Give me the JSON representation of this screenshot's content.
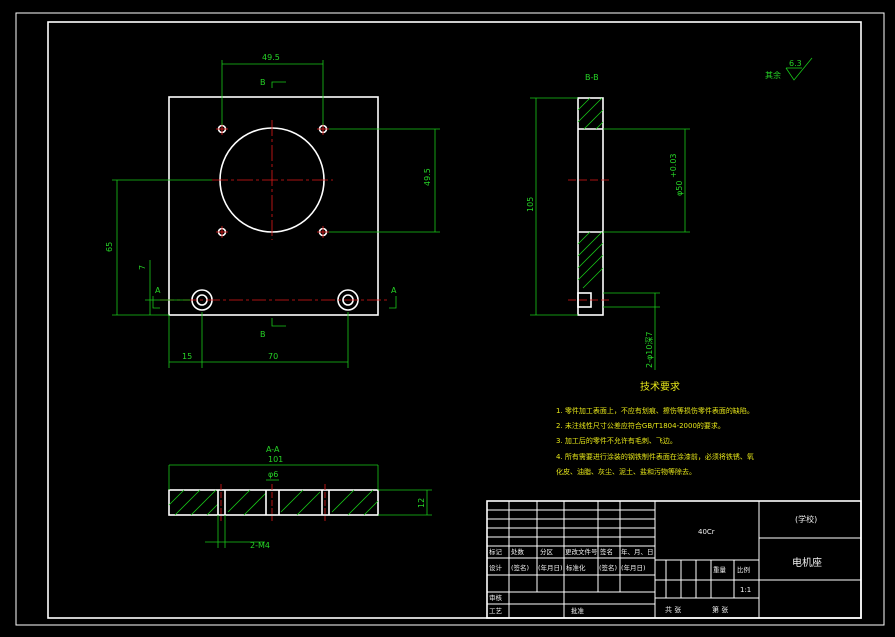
{
  "drawing": {
    "top_view": {
      "dim_top": "49.5",
      "dim_right": "49.5",
      "dim_left_height": "65",
      "dim_left_small": "7",
      "dim_bottom_left": "15",
      "dim_bottom_right": "70",
      "section_B_top": "B",
      "section_B_bottom": "B",
      "section_A_left": "A",
      "section_A_right": "A"
    },
    "side_view": {
      "title": "B-B",
      "dim_height": "105",
      "dim_bore": "φ50",
      "dim_bore_tol": "+0.03",
      "dim_holes": "2-φ10深7"
    },
    "section_view": {
      "title": "A-A",
      "dim_length": "101",
      "dim_hole": "φ6",
      "dim_thickness": "12",
      "dim_thread": "2-M4"
    },
    "roughness": {
      "label": "其余",
      "value": "6.3"
    }
  },
  "tech_requirements": {
    "title": "技术要求",
    "items": [
      "1. 零件加工表面上，不应有划痕、擦伤等损伤零件表面的缺陷。",
      "2. 未注线性尺寸公差应符合GB/T1804-2000的要求。",
      "3. 加工后的零件不允许有毛刺、飞边。",
      "4. 所有需要进行涂装的钢铁制件表面在涂漆前，必须将铁锈、氧",
      "化皮、油脂、灰尘、泥土、盐和污物等除去。"
    ]
  },
  "title_block": {
    "material": "40Cr",
    "school": "(学校)",
    "part_name": "电机座",
    "row_labels": [
      "标记",
      "处数",
      "分区",
      "更改文件号",
      "签名",
      "年、月、日"
    ],
    "design": "设计",
    "signature": "(签名)",
    "date": "(年月日)",
    "standardize": "标准化",
    "review": "审核",
    "process": "工艺",
    "approve": "批准",
    "weight": "重量",
    "scale_label": "比例",
    "scale": "1:1",
    "sheets_total": "共 张",
    "sheet_no": "第 张"
  }
}
